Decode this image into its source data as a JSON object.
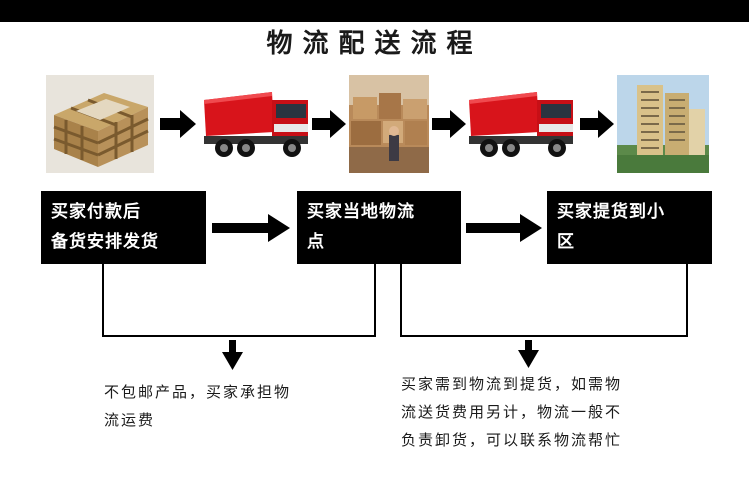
{
  "title": "物流配送流程",
  "images": {
    "step1": "wooden-crate-photo",
    "step2": "red-truck-icon",
    "step3": "warehouse-photo",
    "step4": "red-truck-icon",
    "step5": "apartment-building-photo"
  },
  "stages": [
    {
      "lines": [
        "买家付款后",
        "备货安排发货"
      ]
    },
    {
      "lines": [
        "买家当地物流",
        "点"
      ]
    },
    {
      "lines": [
        "买家提货到小",
        "区"
      ]
    }
  ],
  "notes": {
    "left": [
      "不包邮产品，买家承担物",
      "流运费"
    ],
    "right": [
      "买家需到物流到提货，如需物",
      "流送货费用另计，物流一般不",
      "负责卸货，可以联系物流帮忙"
    ]
  },
  "colors": {
    "truck": "#d8141b",
    "box": "#000000",
    "arrow": "#000000"
  }
}
